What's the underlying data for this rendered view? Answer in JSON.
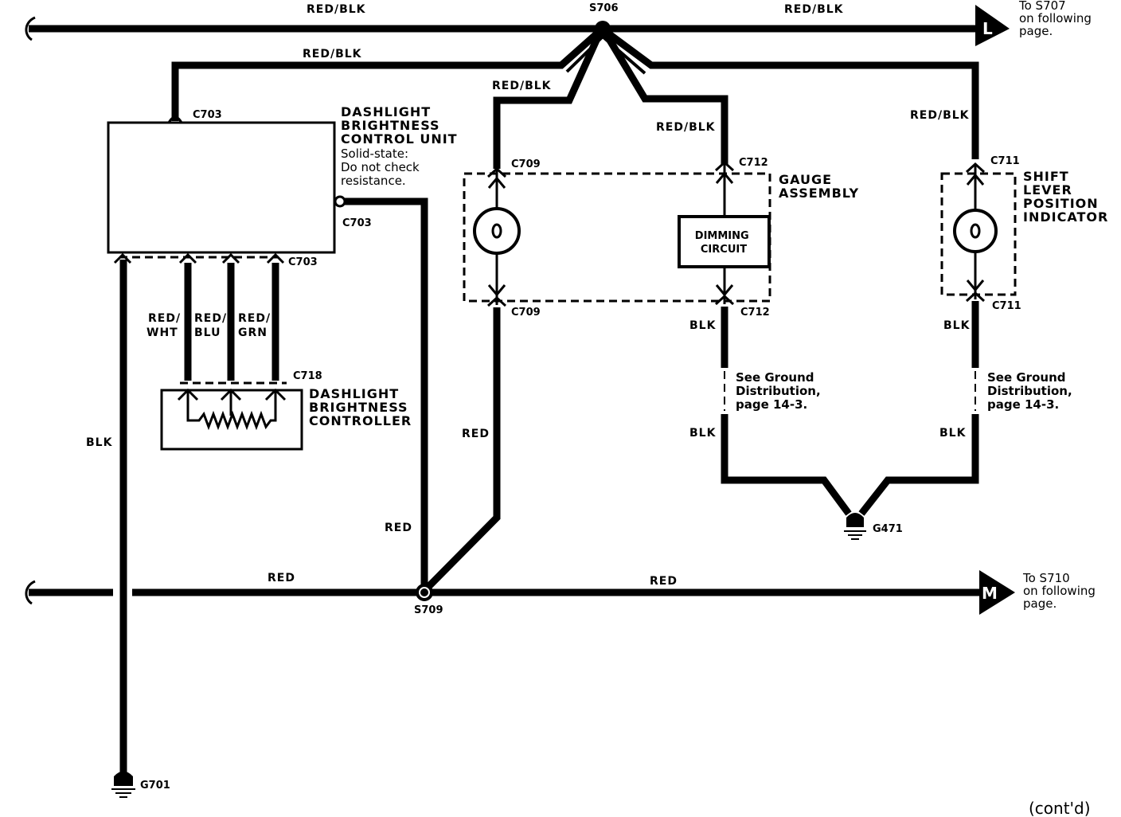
{
  "wires": {
    "top_left": "RED/BLK",
    "top_right": "RED/BLK",
    "loop_top": "RED/BLK",
    "to_c709_top": "RED/BLK",
    "to_c712_top": "RED/BLK",
    "to_c711_top": "RED/BLK",
    "red_wht": [
      "RED/",
      "WHT"
    ],
    "red_blu": [
      "RED/",
      "BLU"
    ],
    "red_grn": [
      "RED/",
      "GRN"
    ],
    "blk_g701": "BLK",
    "red_from_cu": "RED",
    "red_from_c709": "RED",
    "bottom_left": "RED",
    "bottom_right": "RED",
    "blk_c712_upper": "BLK",
    "blk_c712_lower": "BLK",
    "blk_c711_upper": "BLK",
    "blk_c711_lower": "BLK"
  },
  "splices": {
    "s706": "S706",
    "s709": "S709"
  },
  "grounds": {
    "g701": "G701",
    "g471": "G471"
  },
  "connectors": {
    "c703_top": "C703",
    "c703_right": "C703",
    "c703_bottom": "C703",
    "c718": "C718",
    "c709_top": "C709",
    "c709_bottom": "C709",
    "c712_top": "C712",
    "c712_bottom": "C712",
    "c711_top": "C711",
    "c711_bottom": "C711"
  },
  "components": {
    "control_unit": {
      "title": [
        "DASHLIGHT",
        "BRIGHTNESS",
        "CONTROL UNIT"
      ],
      "note": [
        "Solid-state:",
        "Do not check",
        "resistance."
      ]
    },
    "controller": [
      "DASHLIGHT",
      "BRIGHTNESS",
      "CONTROLLER"
    ],
    "gauge_assembly": [
      "GAUGE",
      "ASSEMBLY"
    ],
    "dimming_circuit": [
      "DIMMING",
      "CIRCUIT"
    ],
    "shift_indicator": [
      "SHIFT",
      "LEVER",
      "POSITION",
      "INDICATOR"
    ]
  },
  "ground_refs": {
    "gauge": [
      "See Ground",
      "Distribution,",
      "page 14-3."
    ],
    "shift": [
      "See Ground",
      "Distribution,",
      "page 14-3."
    ]
  },
  "off_page": {
    "L": {
      "letter": "L",
      "text": [
        "To S707",
        "on following",
        "page."
      ]
    },
    "M": {
      "letter": "M",
      "text": [
        "To S710",
        "on following",
        "page."
      ]
    }
  },
  "footer": "(cont'd)"
}
